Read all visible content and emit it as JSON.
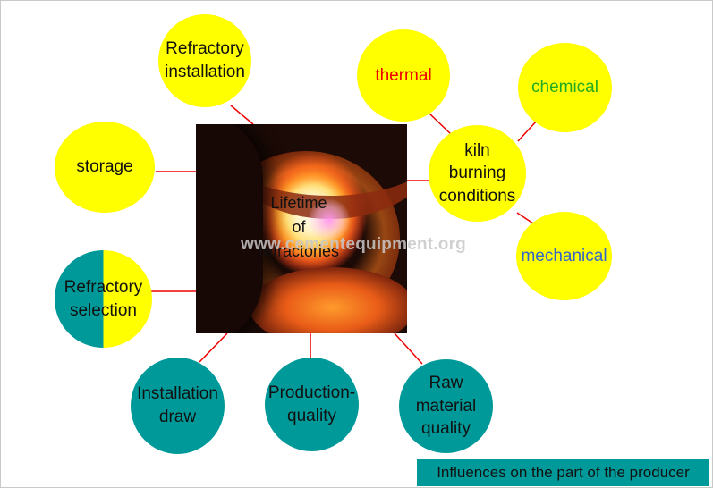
{
  "center": {
    "text": "Lifetime\nof\nrefractories"
  },
  "watermark": "www.cementequipment.org",
  "caption": "Influences on the part of the producer",
  "colors": {
    "yellow": "#ffff00",
    "teal": "#009999",
    "connector": "#ee0000"
  },
  "nodes": {
    "refractory_installation": {
      "text": "Refractory\ninstallation"
    },
    "storage": {
      "text": "storage"
    },
    "refractory_selection": {
      "text": "Refractory\nselection"
    },
    "installation_draw": {
      "text": "Installation\ndraw"
    },
    "production_quality": {
      "text": "Production-\nquality"
    },
    "raw_material_quality": {
      "text": "Raw\nmaterial\nquality"
    },
    "kiln_burning_conditions": {
      "text": "kiln\nburning\nconditions"
    },
    "thermal": {
      "text": "thermal",
      "color": "#ee0000"
    },
    "chemical": {
      "text": "chemical",
      "color": "#22aa22"
    },
    "mechanical": {
      "text": "mechanical",
      "color": "#3366cc"
    }
  }
}
